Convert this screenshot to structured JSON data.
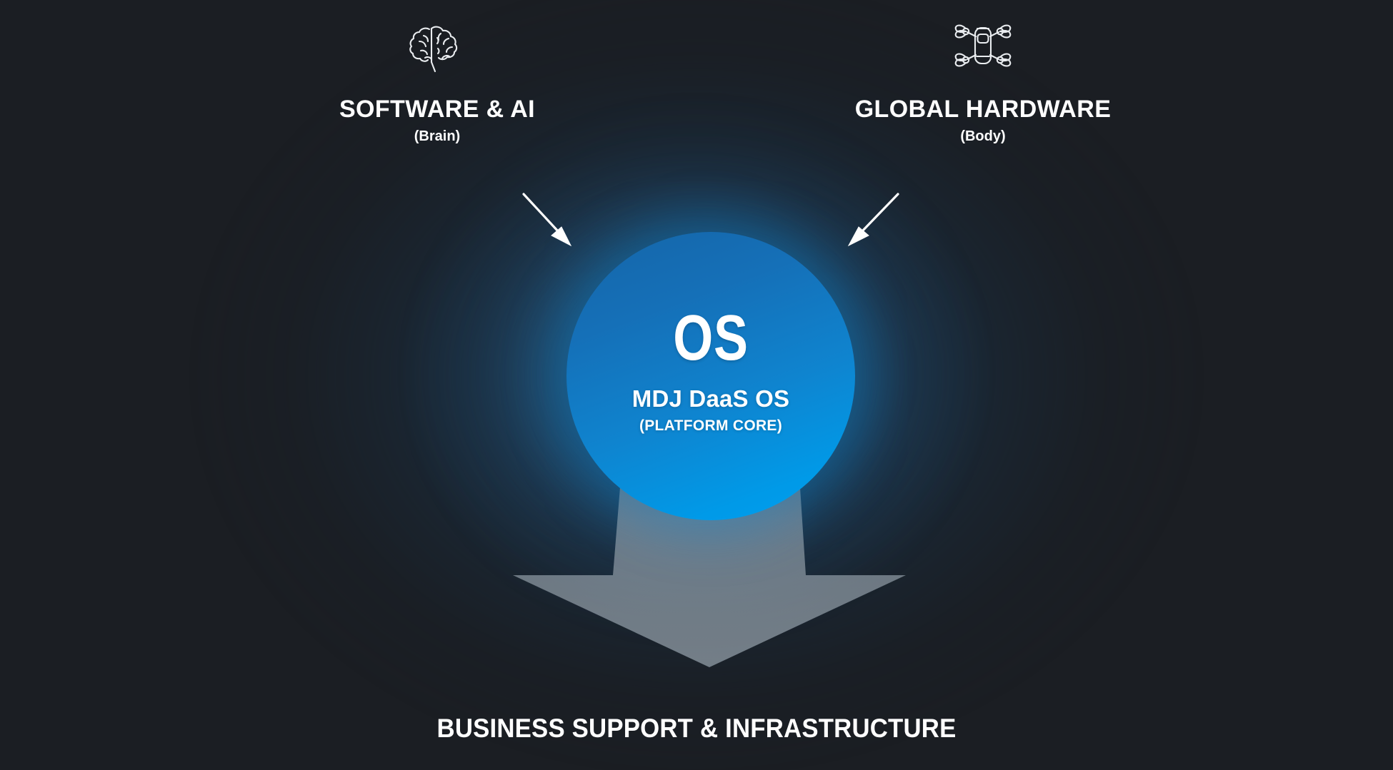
{
  "diagram": {
    "background_color": "#1b1e23",
    "accent_color": "#0a8ad8",
    "glow_color": "#24608c",
    "arrow_color": "#8d9aa5"
  },
  "inputs": [
    {
      "icon": "brain-icon",
      "title": "SOFTWARE & AI",
      "subtitle": "(Brain)"
    },
    {
      "icon": "drone-icon",
      "title": "GLOBAL HARDWARE",
      "subtitle": "(Body)"
    }
  ],
  "core": {
    "abbrev": "OS",
    "name": "MDJ DaaS OS",
    "role": "(PLATFORM CORE)"
  },
  "output": {
    "label": "BUSINESS SUPPORT & INFRASTRUCTURE"
  }
}
